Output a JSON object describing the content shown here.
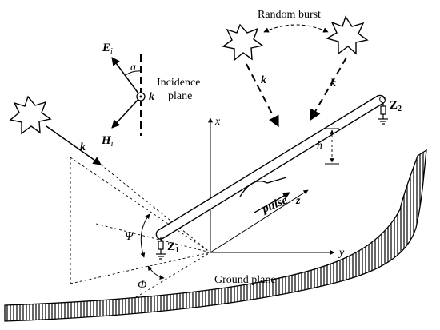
{
  "labels": {
    "random_burst": "Random burst",
    "k": "k",
    "e": "E",
    "h": "H",
    "i": "i",
    "a": "a",
    "incidence_plane": [
      "Incidence",
      "plane"
    ],
    "z1": "Z",
    "z2": "Z",
    "z1_sub": "1",
    "z2_sub": "2",
    "axis_x": "x",
    "axis_y": "y",
    "axis_z": "z",
    "height": "h",
    "pulse": "pulse",
    "psi": "Ψ",
    "phi": "Φ",
    "ground_plane": "Ground plane"
  },
  "colors": {
    "ink": "#000000",
    "paper": "#ffffff"
  }
}
